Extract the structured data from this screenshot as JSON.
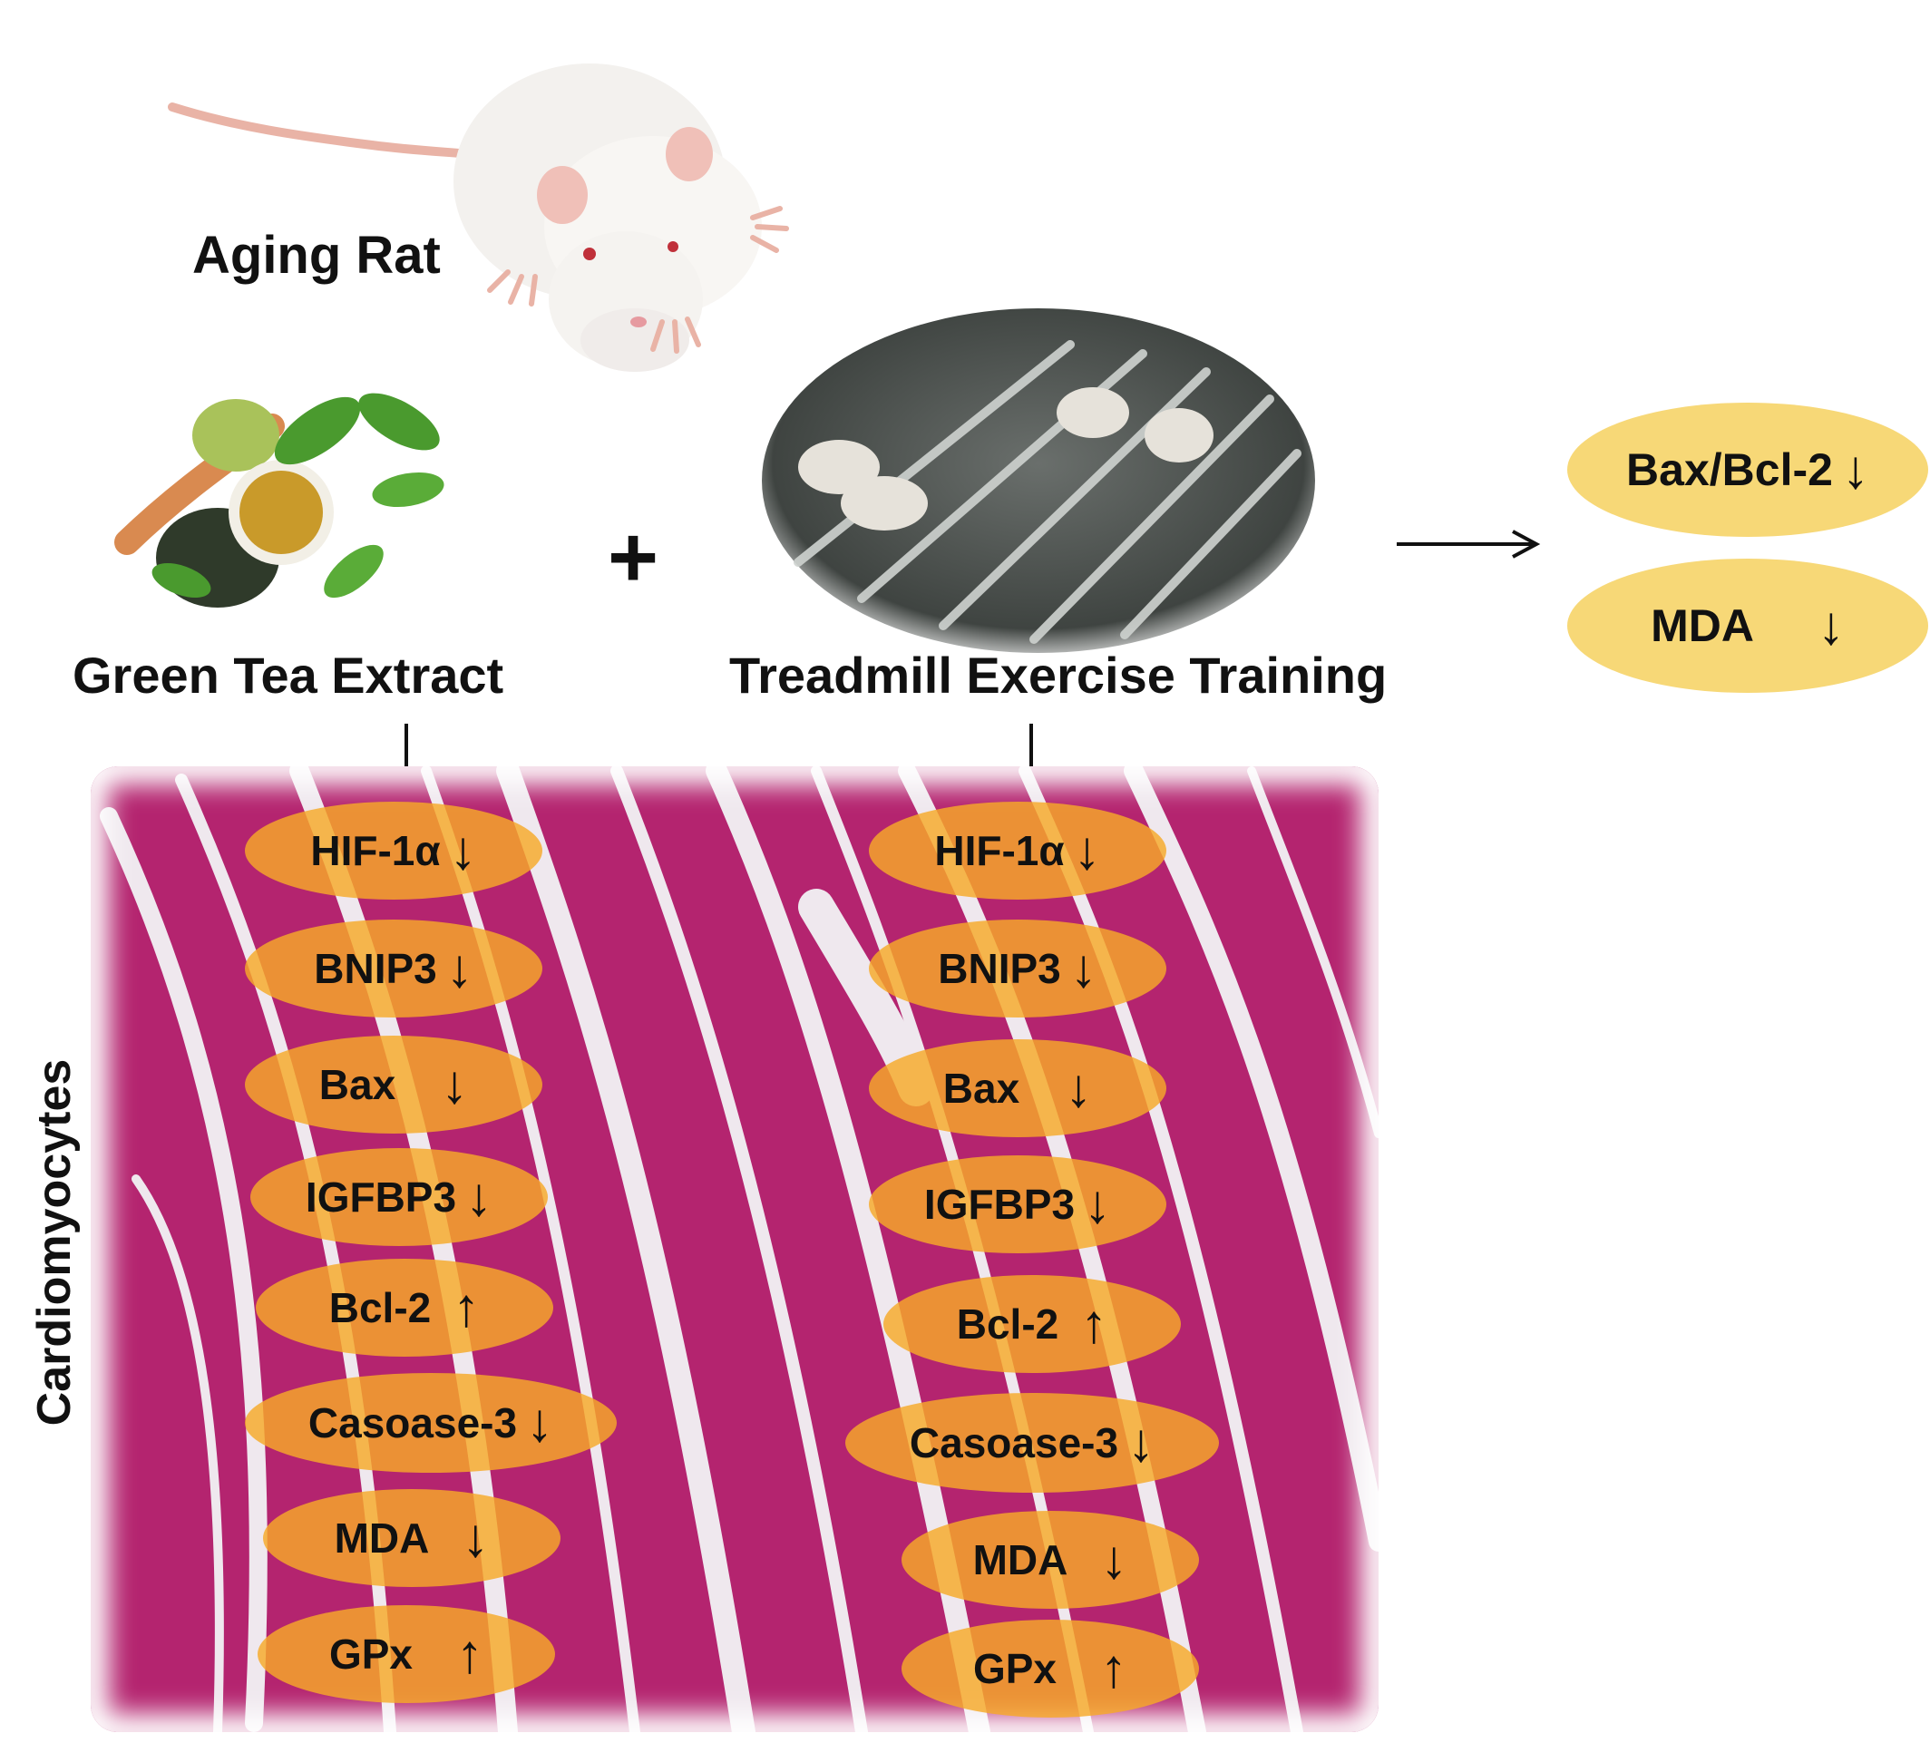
{
  "labels": {
    "aging_rat": "Aging Rat",
    "green_tea": "Green Tea Extract",
    "treadmill": "Treadmill Exercise Training",
    "plus": "+",
    "cardiomyocytes": "Cardiomyocytes"
  },
  "outcomes": [
    {
      "label": "Bax/Bcl-2",
      "arrow": "↓"
    },
    {
      "label": "MDA",
      "arrow": "↓"
    }
  ],
  "gte_markers": [
    {
      "label": "HIF-1α",
      "arrow": "↓"
    },
    {
      "label": "BNIP3",
      "arrow": "↓"
    },
    {
      "label": "Bax",
      "arrow": "↓"
    },
    {
      "label": "IGFBP3",
      "arrow": "↓"
    },
    {
      "label": "Bcl-2",
      "arrow": "↑"
    },
    {
      "label": "Casoase-3",
      "arrow": "↓"
    },
    {
      "label": "MDA",
      "arrow": "↓"
    },
    {
      "label": "GPx",
      "arrow": "↑"
    }
  ],
  "tet_markers": [
    {
      "label": "HIF-1α",
      "arrow": "↓"
    },
    {
      "label": "BNIP3",
      "arrow": "↓"
    },
    {
      "label": "Bax",
      "arrow": "↓"
    },
    {
      "label": "IGFBP3",
      "arrow": "↓"
    },
    {
      "label": "Bcl-2",
      "arrow": "↑"
    },
    {
      "label": "Casoase-3",
      "arrow": "↓"
    },
    {
      "label": "MDA",
      "arrow": "↓"
    },
    {
      "label": "GPx",
      "arrow": "↑"
    }
  ],
  "colors": {
    "tissue": "#b4246f",
    "tissue_gap": "#efe8ee",
    "marker_fill": "#f6aa28",
    "outcome_fill": "#f7d877",
    "tea": "#c99a2a",
    "leaf": "#4a9a2e"
  }
}
